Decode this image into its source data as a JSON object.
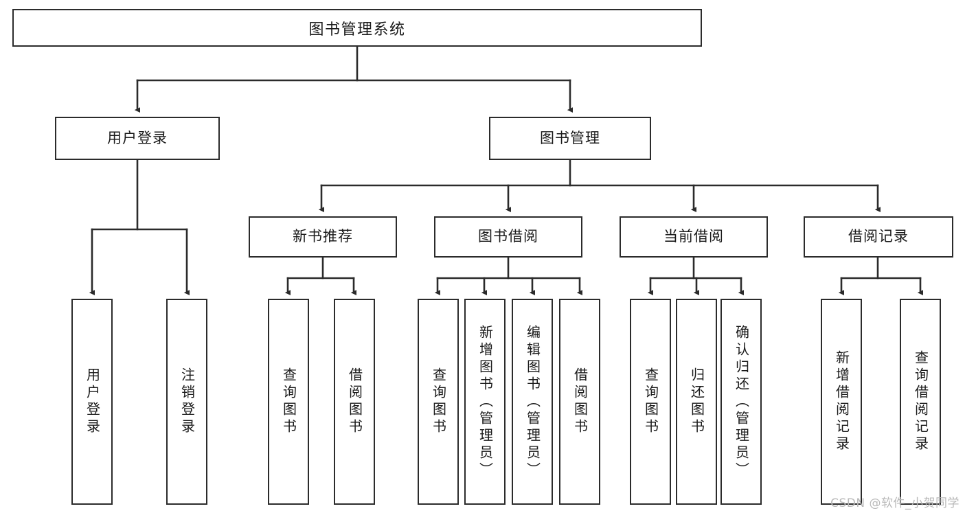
{
  "diagram": {
    "title": "图书管理系统",
    "type": "tree-hierarchy",
    "watermark": "CSDN @软件_小贺同学",
    "colors": {
      "box_border": "#2b2b2b",
      "box_fill": "#ffffff",
      "edge": "#2b2b2b",
      "text": "#1a1a1a",
      "watermark": "#b9b9b9"
    },
    "root": {
      "label": "图书管理系统"
    },
    "level2": [
      {
        "id": "user-login",
        "label": "用户登录"
      },
      {
        "id": "book-management",
        "label": "图书管理"
      }
    ],
    "level3": [
      {
        "id": "new-book-recommend",
        "label": "新书推荐"
      },
      {
        "id": "book-borrow",
        "label": "图书借阅"
      },
      {
        "id": "current-borrow",
        "label": "当前借阅"
      },
      {
        "id": "borrow-record",
        "label": "借阅记录"
      }
    ],
    "leaves": [
      {
        "id": "leaf-user-login",
        "parent": "user-login",
        "label": "用户登录"
      },
      {
        "id": "leaf-logout-login",
        "parent": "user-login",
        "label": "注销登录"
      },
      {
        "id": "leaf-query-book-1",
        "parent": "new-book-recommend",
        "label": "查询图书"
      },
      {
        "id": "leaf-borrow-book-1",
        "parent": "new-book-recommend",
        "label": "借阅图书"
      },
      {
        "id": "leaf-query-book-2",
        "parent": "book-borrow",
        "label": "查询图书"
      },
      {
        "id": "leaf-add-book-admin",
        "parent": "book-borrow",
        "label": "新增图书（管理员）"
      },
      {
        "id": "leaf-edit-book-admin",
        "parent": "book-borrow",
        "label": "编辑图书（管理员）"
      },
      {
        "id": "leaf-borrow-book-2",
        "parent": "book-borrow",
        "label": "借阅图书"
      },
      {
        "id": "leaf-query-book-3",
        "parent": "current-borrow",
        "label": "查询图书"
      },
      {
        "id": "leaf-return-book",
        "parent": "current-borrow",
        "label": "归还图书"
      },
      {
        "id": "leaf-confirm-return-admin",
        "parent": "current-borrow",
        "label": "确认归还（管理员）"
      },
      {
        "id": "leaf-add-borrow-record",
        "parent": "borrow-record",
        "label": "新增借阅记录"
      },
      {
        "id": "leaf-query-borrow-record",
        "parent": "borrow-record",
        "label": "查询借阅记录"
      }
    ]
  }
}
